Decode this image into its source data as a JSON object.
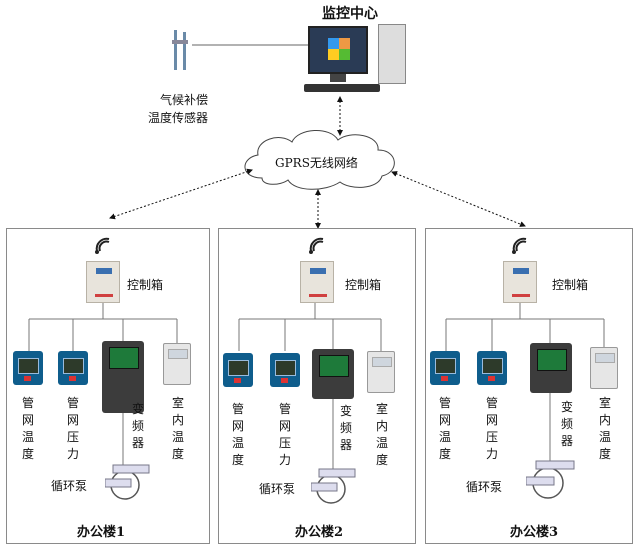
{
  "center": {
    "title": "监控中心"
  },
  "sensor": {
    "label_line1": "气候补偿",
    "label_line2": "温度传感器"
  },
  "network": {
    "label": "GPRS无线网络"
  },
  "buildings": [
    {
      "name": "办公楼1",
      "control_box": "控制箱",
      "pipe_temp": "管网温度",
      "pipe_pressure": "管网压力",
      "vfd": "变频器",
      "room_temp": "室内温度",
      "pump": "循环泵"
    },
    {
      "name": "办公楼2",
      "control_box": "控制箱",
      "pipe_temp": "管网温度",
      "pipe_pressure": "管网压力",
      "vfd": "变频器",
      "room_temp": "室内温度",
      "pump": "循环泵"
    },
    {
      "name": "办公楼3",
      "control_box": "控制箱",
      "pipe_temp": "管网温度",
      "pipe_pressure": "管网压力",
      "vfd": "变频器",
      "room_temp": "室内温度",
      "pump": "循环泵"
    }
  ]
}
